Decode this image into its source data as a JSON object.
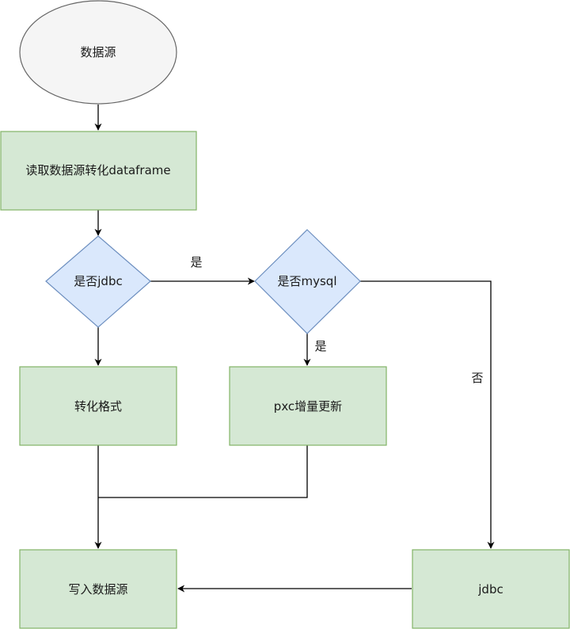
{
  "diagram": {
    "type": "flowchart",
    "nodes": {
      "start": "数据源",
      "read": "读取数据源转化dataframe",
      "is_jdbc": "是否jdbc",
      "is_mysql": "是否mysql",
      "convert": "转化格式",
      "pxc": "pxc增量更新",
      "write": "写入数据源",
      "jdbc": "jdbc"
    },
    "edge_labels": {
      "jdbc_yes": "是",
      "mysql_yes": "是",
      "mysql_no": "否"
    },
    "edges": [
      {
        "from": "start",
        "to": "read"
      },
      {
        "from": "read",
        "to": "is_jdbc"
      },
      {
        "from": "is_jdbc",
        "to": "is_mysql",
        "label": "是"
      },
      {
        "from": "is_jdbc",
        "to": "convert"
      },
      {
        "from": "is_mysql",
        "to": "pxc",
        "label": "是"
      },
      {
        "from": "is_mysql",
        "to": "jdbc",
        "label": "否"
      },
      {
        "from": "convert",
        "to": "write"
      },
      {
        "from": "pxc",
        "to": "write"
      },
      {
        "from": "jdbc",
        "to": "write"
      }
    ],
    "colors": {
      "ellipse_fill": "#f5f5f5",
      "ellipse_stroke": "#666666",
      "process_fill": "#d5e8d4",
      "process_stroke": "#82b366",
      "decision_fill": "#dae8fc",
      "decision_stroke": "#6c8ebf",
      "edge": "#000000"
    }
  }
}
